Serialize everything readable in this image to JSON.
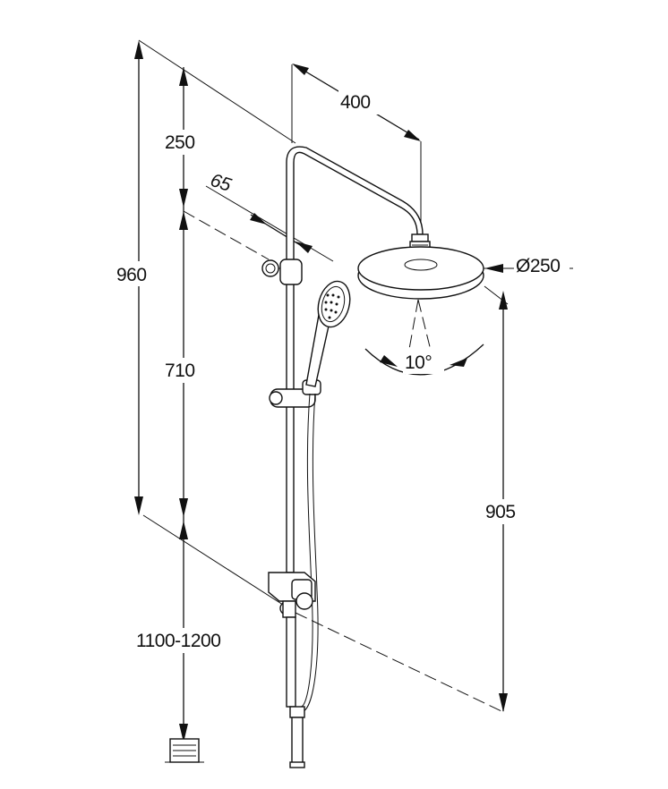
{
  "dimensions": {
    "total_height": "960",
    "top_segment": "250",
    "rail_segment": "710",
    "mixer_height": "1100-1200",
    "arm_length": "400",
    "holder_offset": "65",
    "head_diameter": "Ø250",
    "tilt_angle": "10°",
    "head_height": "905"
  },
  "colors": {
    "line": "#111111",
    "background": "#ffffff"
  }
}
